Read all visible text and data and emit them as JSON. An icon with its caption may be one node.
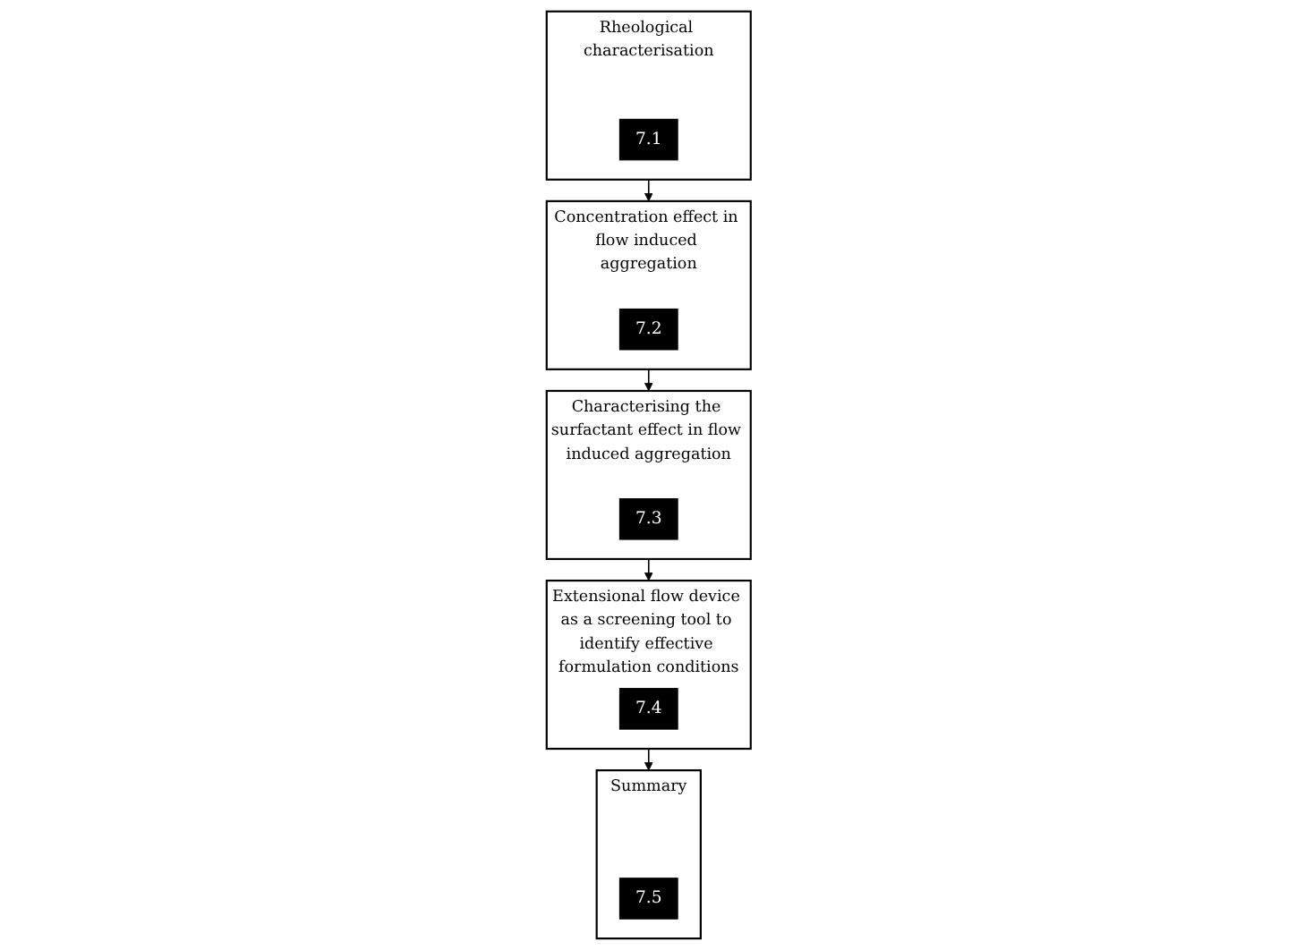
{
  "diagram": {
    "nodes": [
      {
        "text": [
          "Rheological characterisation"
        ]
      },
      {
        "text": [
          "7.1"
        ],
        "in": 0
      },
      {
        "text": [
          "Concentration effect in flow induced aggregation"
        ]
      },
      {
        "text": [
          "7.2"
        ],
        "in": 2
      },
      {
        "text": [
          "Characterising the surfactant effect in flow induced aggregation"
        ]
      },
      {
        "text": [
          "7.3"
        ],
        "in": 4
      },
      {
        "text": [
          "Extensional flow device as a screening tool to identify effective formulation conditions"
        ]
      },
      {
        "text": [
          "7.4"
        ],
        "in": 6
      },
      {
        "text": [
          "Summary"
        ]
      },
      {
        "text": [
          "7.5"
        ],
        "in": 8
      }
    ],
    "edges": [
      {
        "from": 0,
        "to": 2,
        "arrow": "to"
      },
      {
        "from": 2,
        "to": 4,
        "arrow": "to"
      },
      {
        "from": 4,
        "to": 6,
        "arrow": "to"
      },
      {
        "from": 6,
        "to": 8,
        "arrow": "to"
      }
    ]
  }
}
